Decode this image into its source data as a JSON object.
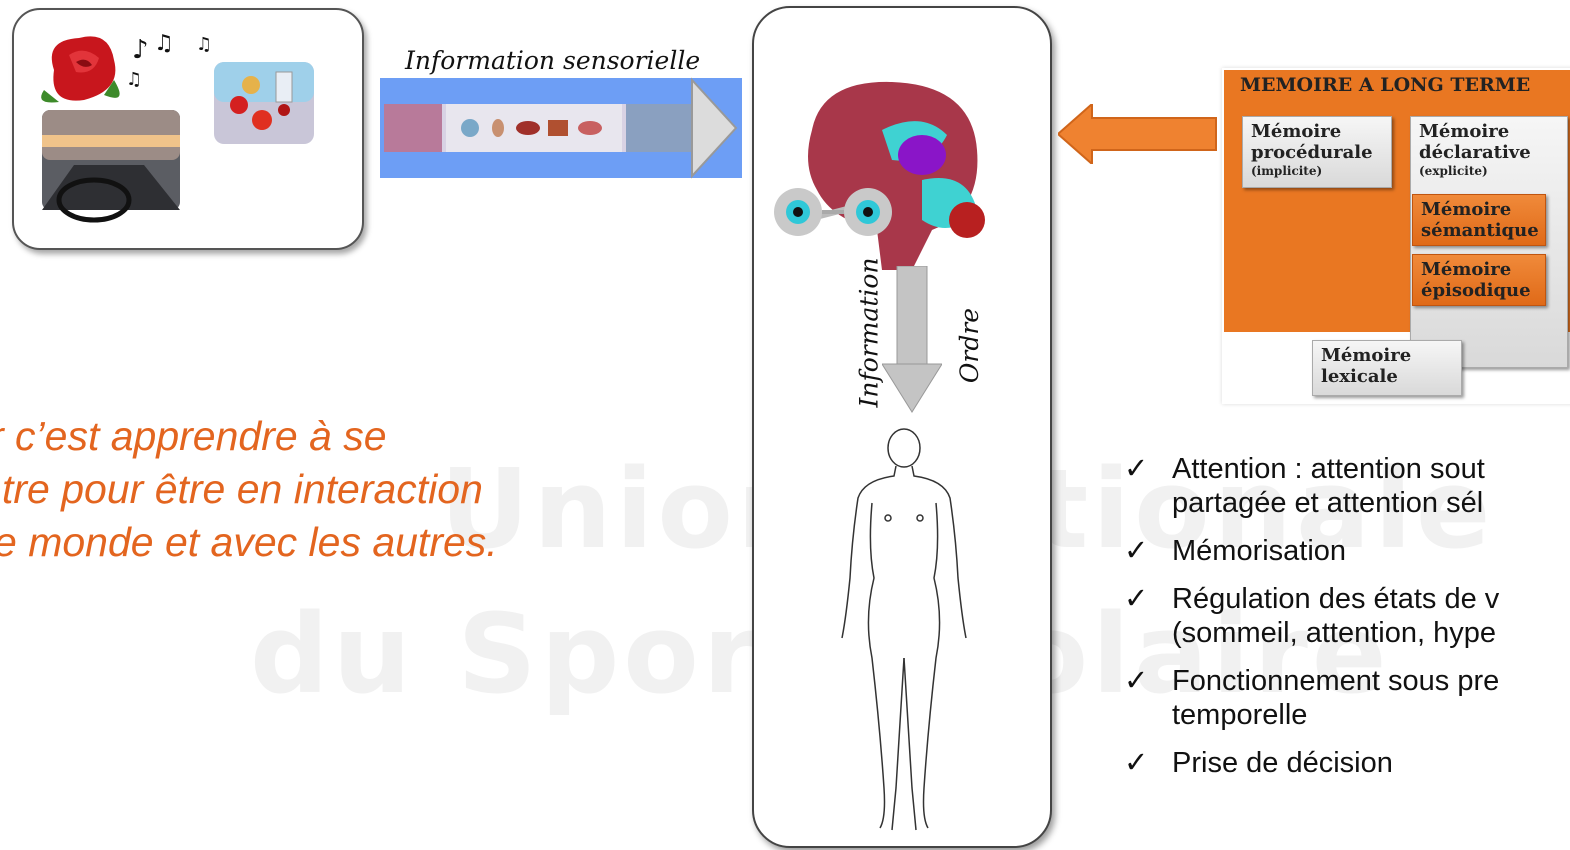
{
  "stimuli_panel": {
    "items": [
      "rose-image",
      "music-notes-icon",
      "fruit-table-image",
      "car-driving-image"
    ]
  },
  "sensory_arrow": {
    "label": "Information sensorielle"
  },
  "central_column": {
    "label_information": "Information",
    "label_ordre": "Ordre"
  },
  "quote": {
    "lines": [
      "r c’est apprendre à se",
      "tre pour être en interaction",
      "e monde et avec les autres."
    ]
  },
  "memory": {
    "title": "MEMOIRE  A LONG TERME",
    "procedurale": {
      "line1": "Mémoire",
      "line2": "procédurale",
      "note": "(implicite)"
    },
    "declarative": {
      "line1": "Mémoire",
      "line2": "déclarative",
      "note": "(explicite)"
    },
    "semantique": {
      "line1": "Mémoire",
      "line2": "sémantique"
    },
    "episodique": {
      "line1": "Mémoire",
      "line2": "épisodique"
    },
    "lexicale": {
      "line1": "Mémoire",
      "line2": "lexicale"
    }
  },
  "functions_list": [
    {
      "line1": "Attention : attention sout",
      "line2": "partagée et attention sél"
    },
    {
      "line1": "Mémorisation",
      "line2": ""
    },
    {
      "line1": "Régulation des états de v",
      "line2": "(sommeil, attention, hype"
    },
    {
      "line1": "Fonctionnement sous pre",
      "line2": "temporelle"
    },
    {
      "line1": "Prise de décision",
      "line2": ""
    }
  ],
  "colors": {
    "accent_orange": "#e3651f",
    "memory_orange": "#e97722",
    "arrow_blue": "#6d9ef5"
  }
}
